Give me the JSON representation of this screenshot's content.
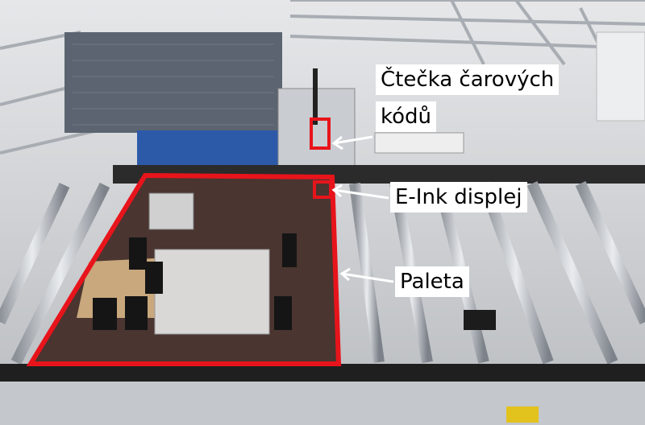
{
  "annotations": {
    "barcode_reader_line1": "Čtečka čarových",
    "barcode_reader_line2": "kódů",
    "eink_display": "E-Ink displej",
    "pallet": "Paleta"
  },
  "colors": {
    "highlight": "#e8141b",
    "label_bg": "#ffffff"
  }
}
